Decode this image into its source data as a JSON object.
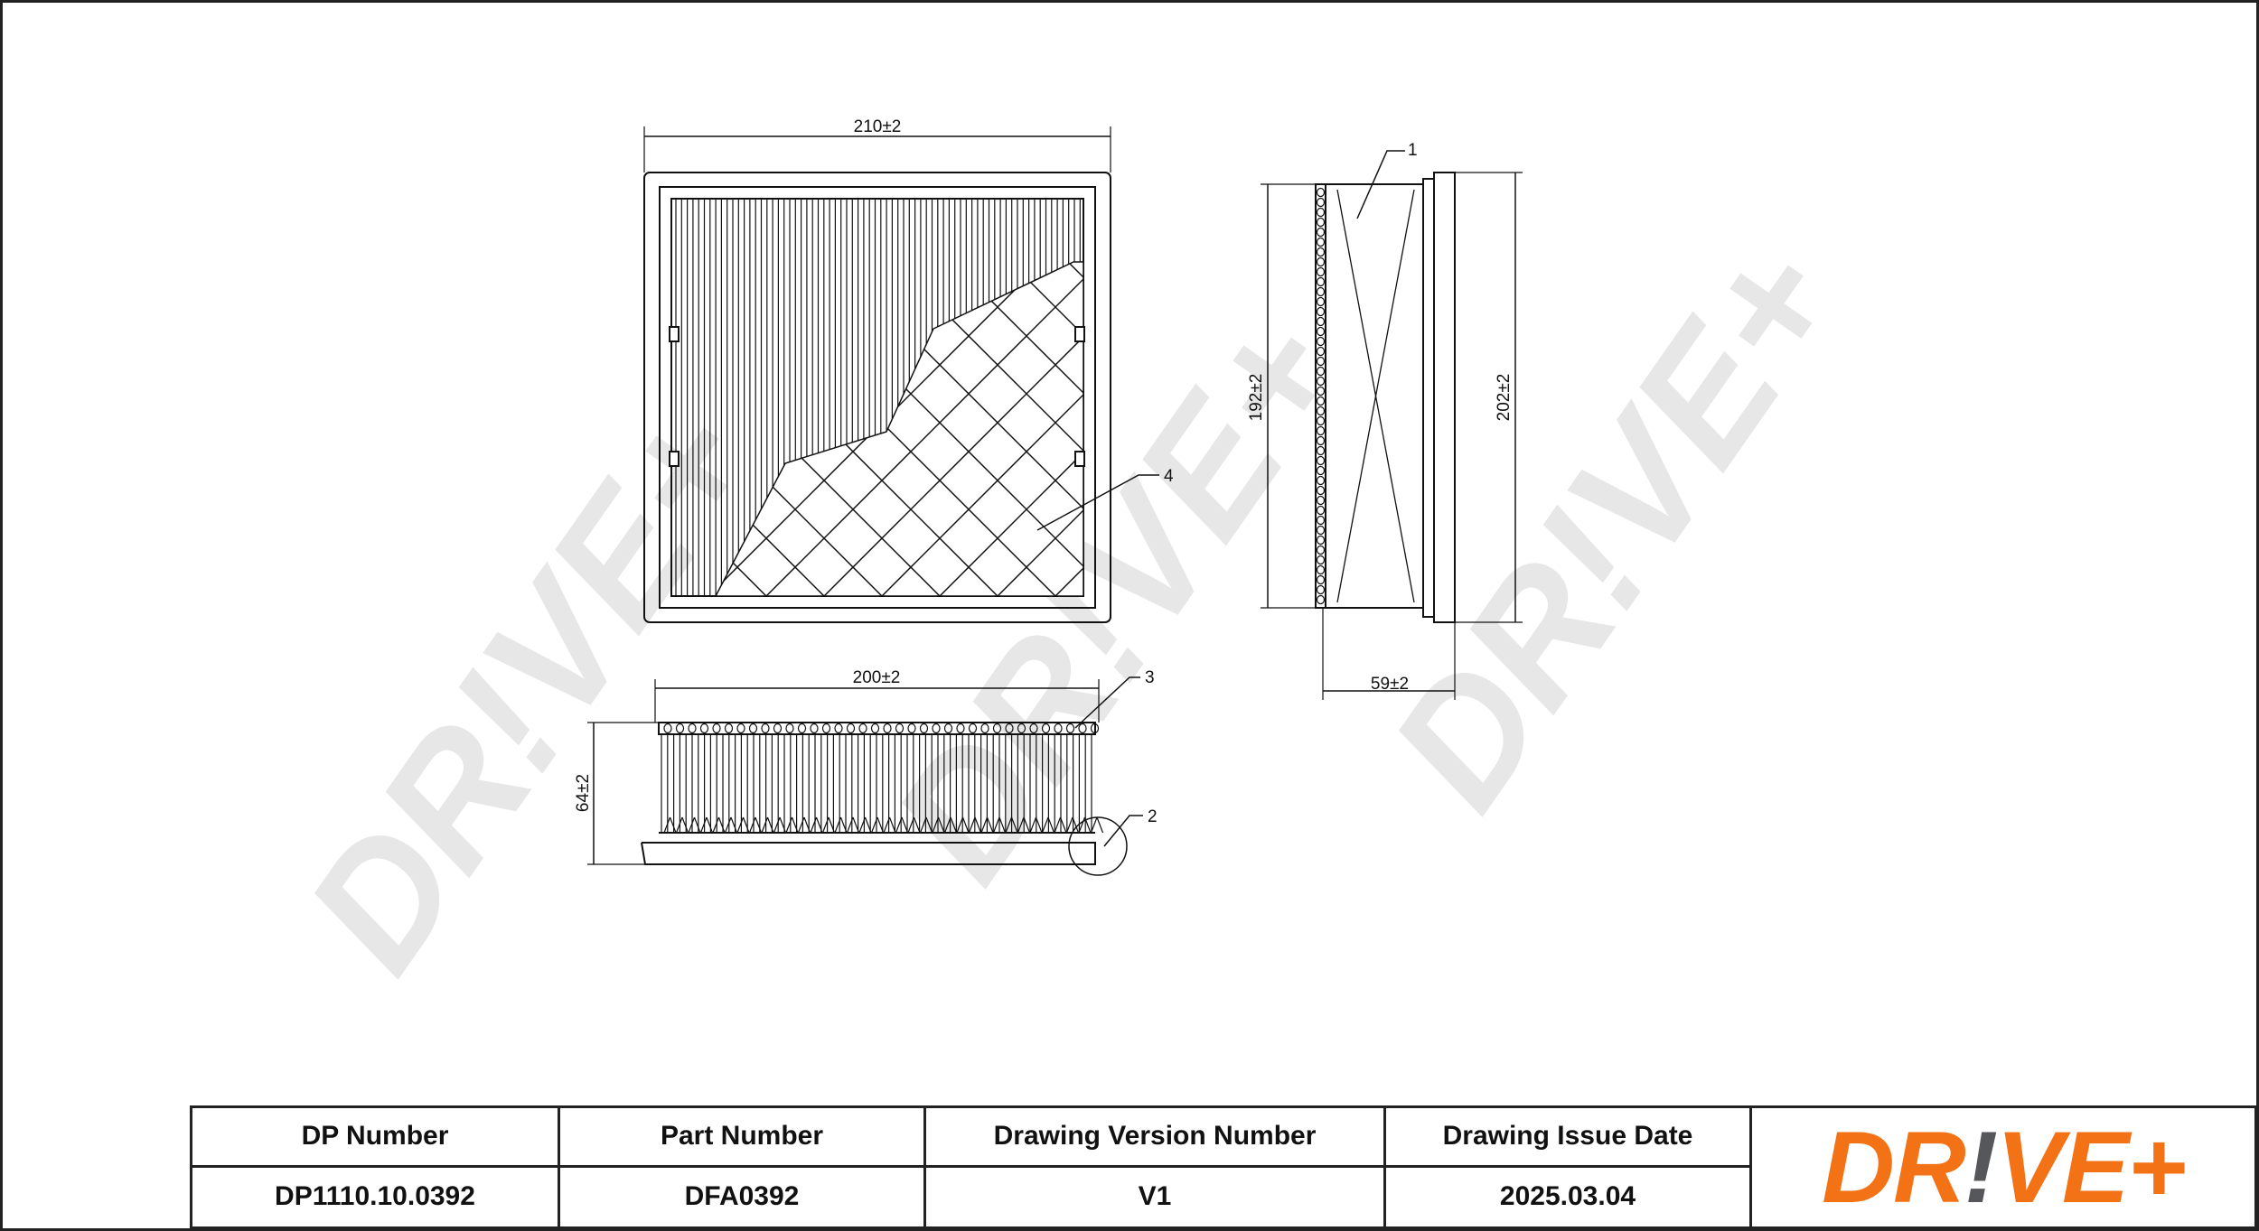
{
  "watermark": "DR!VE+",
  "drawing": {
    "dims": {
      "top_width": "210±2",
      "side_height_inner": "192±2",
      "side_height_outer": "202±2",
      "side_depth": "59±2",
      "bottom_width": "200±2",
      "bottom_height": "64±2"
    },
    "callouts": [
      "1",
      "2",
      "3",
      "4"
    ]
  },
  "title_block": {
    "headers": [
      "DP Number",
      "Part Number",
      "Drawing Version Number",
      "Drawing Issue Date"
    ],
    "values": [
      "DP1110.10.0392",
      "DFA0392",
      "V1",
      "2025.03.04"
    ],
    "logo": {
      "part1": "DR",
      "part2": "!",
      "part3": "VE+"
    }
  },
  "colors": {
    "brand_orange": "#f47216",
    "brand_gray": "#55575a"
  }
}
